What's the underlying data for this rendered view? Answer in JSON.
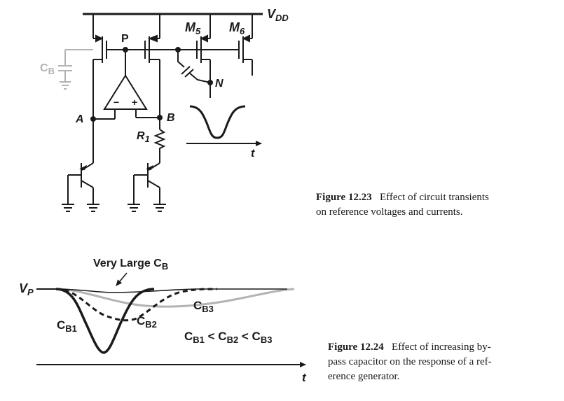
{
  "figure_12_23": {
    "labels": {
      "vdd": {
        "main": "V",
        "sub": "DD"
      },
      "m5": {
        "main": "M",
        "sub": "5"
      },
      "m6": {
        "main": "M",
        "sub": "6"
      },
      "p": "P",
      "n": "N",
      "a": "A",
      "b": "B",
      "r1": {
        "main": "R",
        "sub": "1"
      },
      "cb": {
        "main": "C",
        "sub": "B"
      },
      "opamp_minus": "−",
      "opamp_plus": "+",
      "t_axis": "t"
    },
    "caption": {
      "number": "Figure 12.23",
      "line1": "Effect of circuit transients",
      "line2": "on reference voltages and currents."
    }
  },
  "figure_12_24": {
    "labels": {
      "vp": {
        "main": "V",
        "sub": "P"
      },
      "very_large": {
        "main": "Very Large C",
        "sub": "B"
      },
      "cb1": {
        "main": "C",
        "sub": "B1"
      },
      "cb2": {
        "main": "C",
        "sub": "B2"
      },
      "cb3": {
        "main": "C",
        "sub": "B3"
      },
      "inequality": {
        "c1": "C",
        "s1": "B1",
        "lt1": " < C",
        "s2": "B2",
        "lt2": " < C",
        "s3": "B3"
      },
      "t_axis": "t"
    },
    "caption": {
      "number": "Figure 12.24",
      "line1": "Effect of increasing by-",
      "line2": "pass capacitor on the response of a ref-",
      "line3": "erence generator."
    }
  },
  "colors": {
    "ink": "#1a1a1a",
    "gray": "#b3b3b3"
  }
}
